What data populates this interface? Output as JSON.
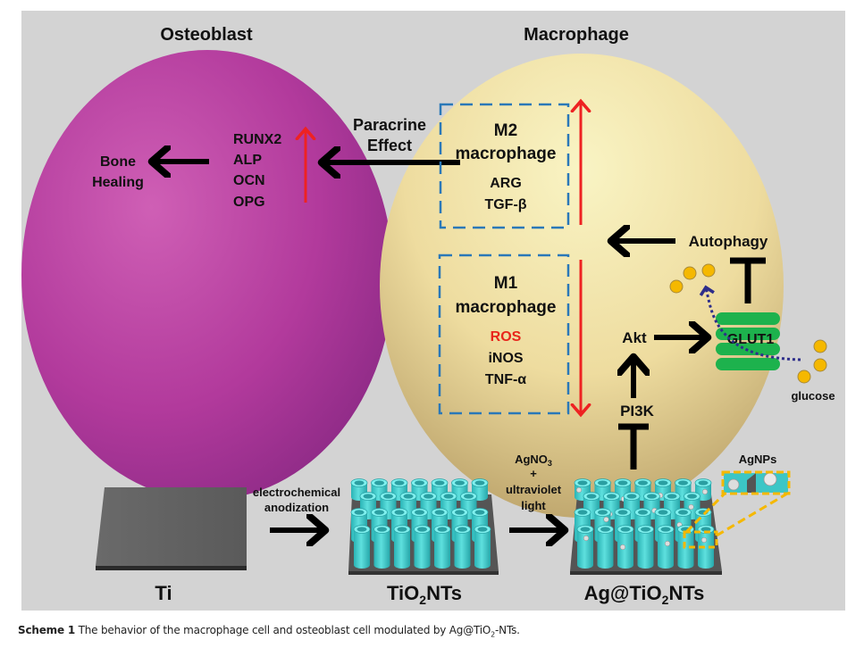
{
  "figure": {
    "cells": {
      "osteoblast": {
        "title": "Osteoblast",
        "markers": [
          "RUNX2",
          "ALP",
          "OCN",
          "OPG"
        ],
        "marker_trend": "up",
        "outcome": [
          "Bone",
          "Healing"
        ],
        "color": "#b03a9b"
      },
      "macrophage": {
        "title": "Macrophage",
        "color": "#e9dca0",
        "m2": {
          "title": [
            "M2",
            "macrophage"
          ],
          "markers": [
            "ARG",
            "TGF-β"
          ],
          "trend": "up"
        },
        "m1": {
          "title": [
            "M1",
            "macrophage"
          ],
          "markers": [
            "ROS",
            "iNOS",
            "TNF-α"
          ],
          "highlight_marker": "ROS",
          "trend": "down"
        }
      }
    },
    "paracrine": [
      "Paracrine",
      "Effect"
    ],
    "pathway": {
      "autophagy": "Autophagy",
      "akt": "Akt",
      "pi3k": "PI3K",
      "glut1": "GLUT1",
      "glucose": "glucose"
    },
    "fabrication": {
      "ti": "Ti",
      "step1": [
        "electrochemical",
        "anodization"
      ],
      "tio2": {
        "main": "TiO",
        "sub": "2",
        "tail": "NTs"
      },
      "step2": {
        "line1_main": "AgNO",
        "line1_sub": "3",
        "plus": "+",
        "line3": "ultraviolet",
        "line4": "light"
      },
      "ag_tio2": {
        "main": "Ag@TiO",
        "sub": "2",
        "tail": "NTs"
      },
      "agnps": "AgNPs"
    },
    "colors": {
      "panel": "#d3d3d3",
      "up_arrow": "#ee2222",
      "dashed_box": "#2a78b8",
      "glut1": "#1db24d",
      "glucose": "#f5b800",
      "nanotube": "#3cc6c6",
      "zoom_box": "#f5b800",
      "highlight_text": "#e8261c"
    }
  },
  "caption": {
    "label": "Scheme 1",
    "text_before": " The behavior of the macrophage cell and osteoblast cell modulated by Ag@TiO",
    "sub": "2",
    "text_after": "-NTs."
  }
}
